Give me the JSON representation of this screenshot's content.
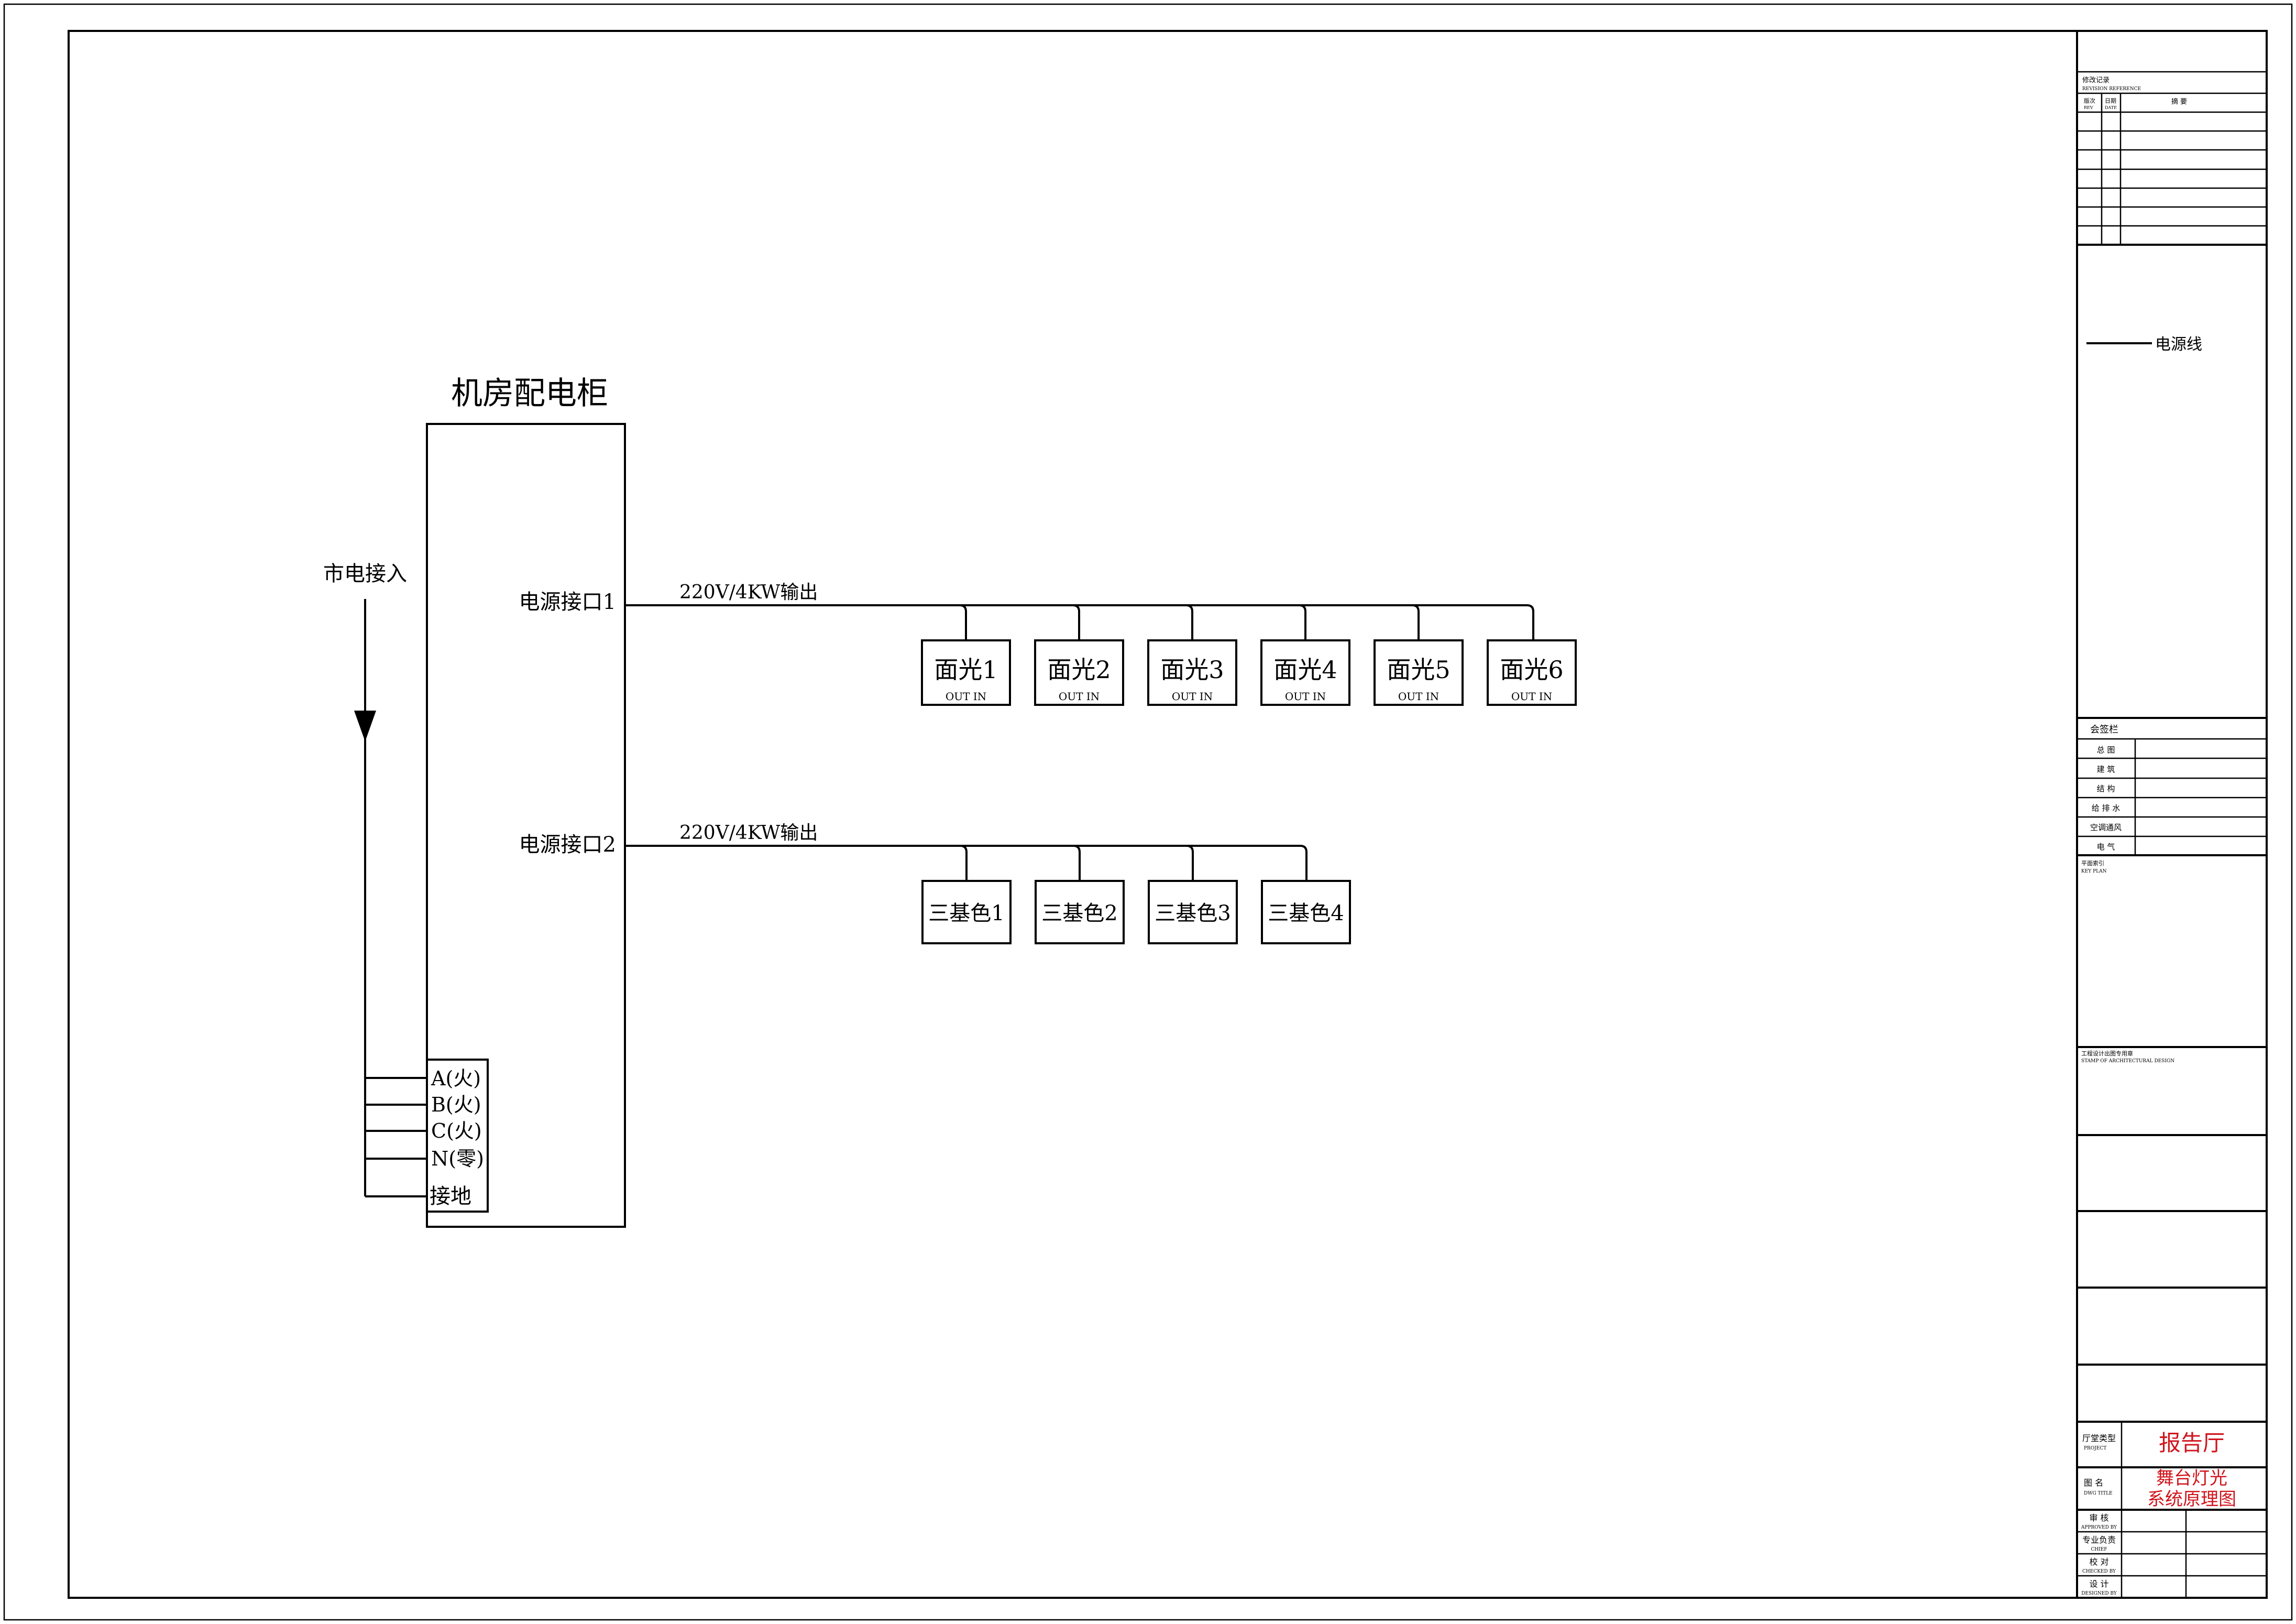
{
  "cabinet": {
    "title": "机房配电柜",
    "port1": "电源接口1",
    "port2": "电源接口2",
    "phases": [
      "A(火)",
      "B(火)",
      "C(火)",
      "N(零)",
      "接地"
    ]
  },
  "mains_label": "市电接入",
  "output1": {
    "label": "220V/4KW输出",
    "devices": [
      "面光1",
      "面光2",
      "面光3",
      "面光4",
      "面光5",
      "面光6"
    ],
    "io_label": "OUT   IN"
  },
  "output2": {
    "label": "220V/4KW输出",
    "devices": [
      "三基色1",
      "三基色2",
      "三基色3",
      "三基色4"
    ]
  },
  "legend": {
    "power_line": "电源线"
  },
  "title_block": {
    "revision_header": "修改记录",
    "revision_header_en": "REVISION REFERENCE",
    "rev_col": "版次",
    "rev_col_en": "REV",
    "date_col": "日期",
    "date_col_en": "DATE",
    "remark_col": "摘    要",
    "signoff_header": "会签栏",
    "signoff_rows": [
      "总    图",
      "建    筑",
      "结    构",
      "给 排 水",
      "空调通风",
      "电    气"
    ],
    "keyplan": "平面索引",
    "keyplan_en": "KEY PLAN",
    "stamp": "工程设计出图专用章",
    "stamp_en": "STAMP OF ARCHITECTURAL DESIGN",
    "project_label": "厅堂类型",
    "project_label_en": "PROJECT",
    "project_value": "报告厅",
    "drawing_label": "图    名",
    "drawing_label_en": "DWG TITLE",
    "drawing_value_line1": "舞台灯光",
    "drawing_value_line2": "系统原理图",
    "approvals": [
      {
        "cn": "审    核",
        "en": "APPROVED BY"
      },
      {
        "cn": "专业负责",
        "en": "CHIEF"
      },
      {
        "cn": "校    对",
        "en": "CHECKED BY"
      },
      {
        "cn": "设    计",
        "en": "DESIGNED BY"
      }
    ],
    "accent_color": "#d0141c"
  }
}
